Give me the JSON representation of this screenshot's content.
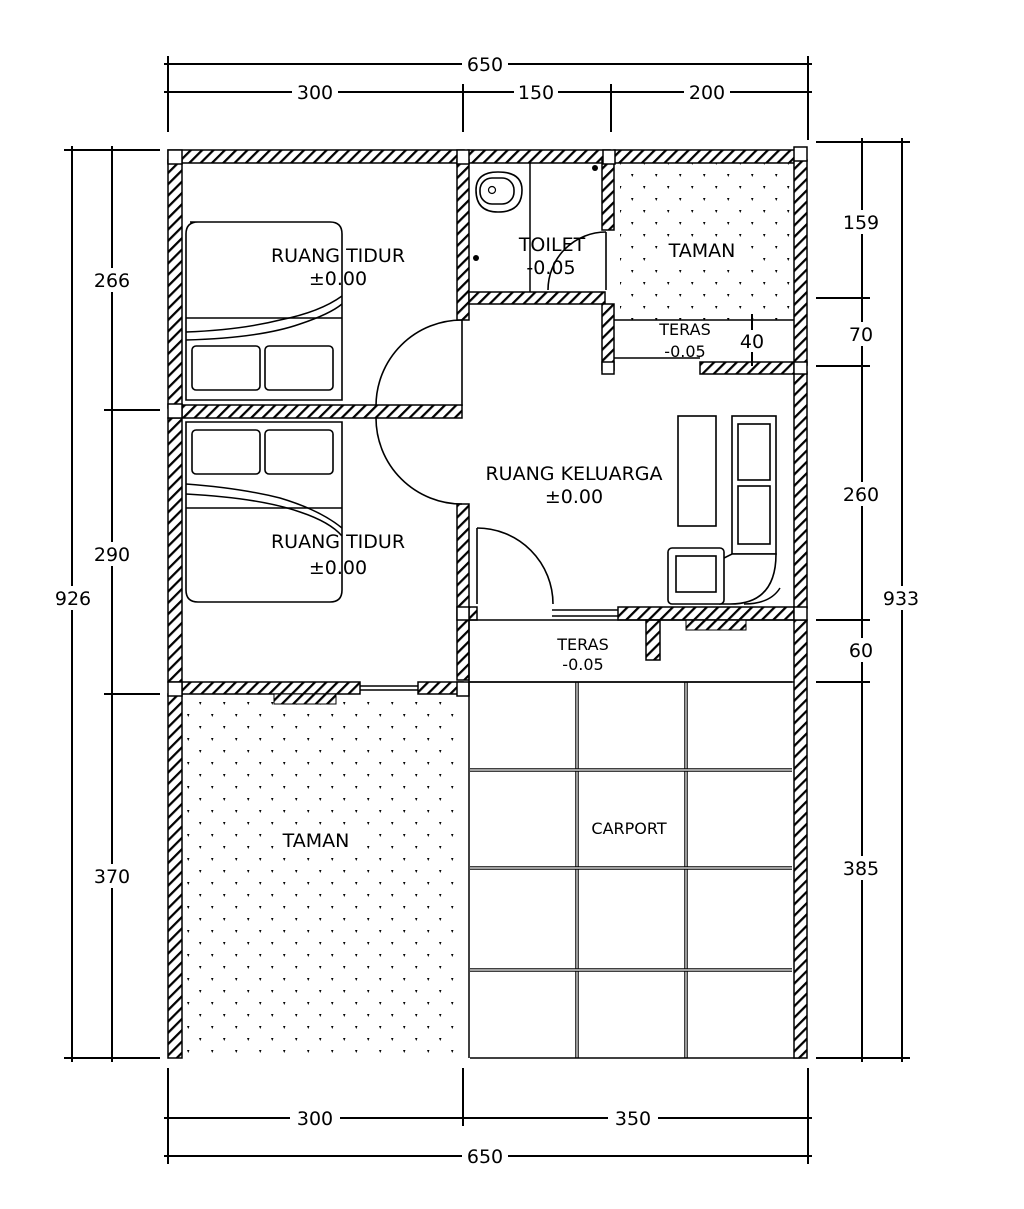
{
  "dimensions": {
    "top_total": "650",
    "top_segments": [
      "300",
      "150",
      "200"
    ],
    "bottom_segments": [
      "300",
      "350"
    ],
    "bottom_total": "650",
    "left_total": "926",
    "left_segments": [
      "266",
      "290",
      "370"
    ],
    "right_total": "933",
    "right_segments": [
      "159",
      "70",
      "260",
      "60",
      "385"
    ],
    "teras_inner": "40"
  },
  "rooms": {
    "bedroom_top": {
      "name": "RUANG TIDUR",
      "level": "±0.00"
    },
    "bedroom_bottom": {
      "name": "RUANG TIDUR",
      "level": "±0.00"
    },
    "toilet": {
      "name": "TOILET",
      "level": "-0.05"
    },
    "garden_top": {
      "name": "TAMAN"
    },
    "teras_top": {
      "name": "TERAS",
      "level": "-0.05"
    },
    "family_room": {
      "name": "RUANG KELUARGA",
      "level": "±0.00"
    },
    "teras_front": {
      "name": "TERAS",
      "level": "-0.05"
    },
    "garden_bottom": {
      "name": "TAMAN"
    },
    "carport": {
      "name": "CARPORT"
    }
  }
}
